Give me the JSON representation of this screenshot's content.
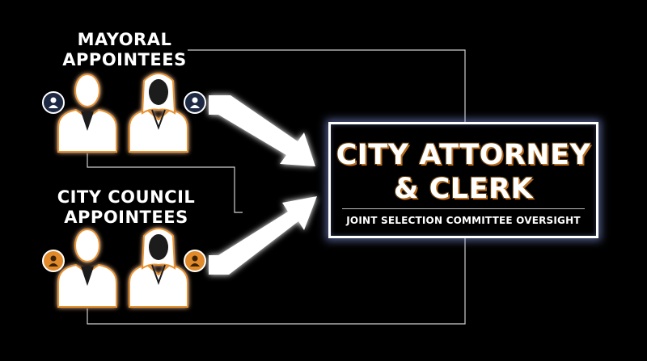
{
  "groups": {
    "mayoral": {
      "line1": "MAYORAL",
      "line2": "APPOINTEES",
      "badge_color": "#1e2a44"
    },
    "council": {
      "line1": "CITY COUNCIL",
      "line2": "APPOINTEES",
      "badge_color": "#e08a2c"
    }
  },
  "target": {
    "title_line1": "CITY ATTORNEY",
    "title_line2": "& CLERK",
    "subtitle": "JOINT SELECTION COMMITTEE OVERSIGHT"
  },
  "colors": {
    "background": "#000000",
    "accent_orange": "#e8922f",
    "glow_blue": "#9aa8ff"
  }
}
